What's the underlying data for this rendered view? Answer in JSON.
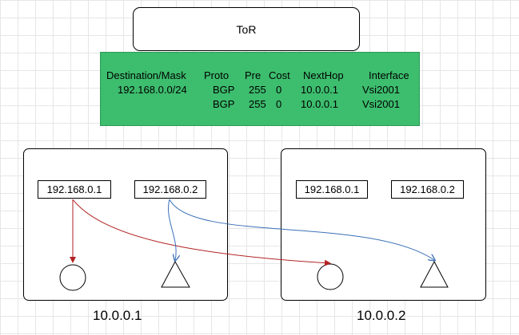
{
  "tor": {
    "label": "ToR"
  },
  "route_table": {
    "headers": [
      "Destination/Mask",
      "Proto",
      "Pre",
      "Cost",
      "NextHop",
      "Interface"
    ],
    "rows": [
      [
        "192.168.0.0/24",
        "BGP",
        "255",
        "0",
        "10.0.0.1",
        "Vsi2001"
      ],
      [
        "",
        "BGP",
        "255",
        "0",
        "10.0.0.1",
        "Vsi2001"
      ]
    ]
  },
  "racks": [
    {
      "label": "10.0.0.1",
      "ips": [
        "192.168.0.1",
        "192.168.0.2"
      ]
    },
    {
      "label": "10.0.0.2",
      "ips": [
        "192.168.0.1",
        "192.168.0.2"
      ]
    }
  ],
  "colors": {
    "table_bg": "#3dbd6e",
    "red_arrow": "#b22222",
    "blue_arrow": "#3a6fb8"
  },
  "icons": [
    "circle-node-icon",
    "triangle-node-icon"
  ]
}
